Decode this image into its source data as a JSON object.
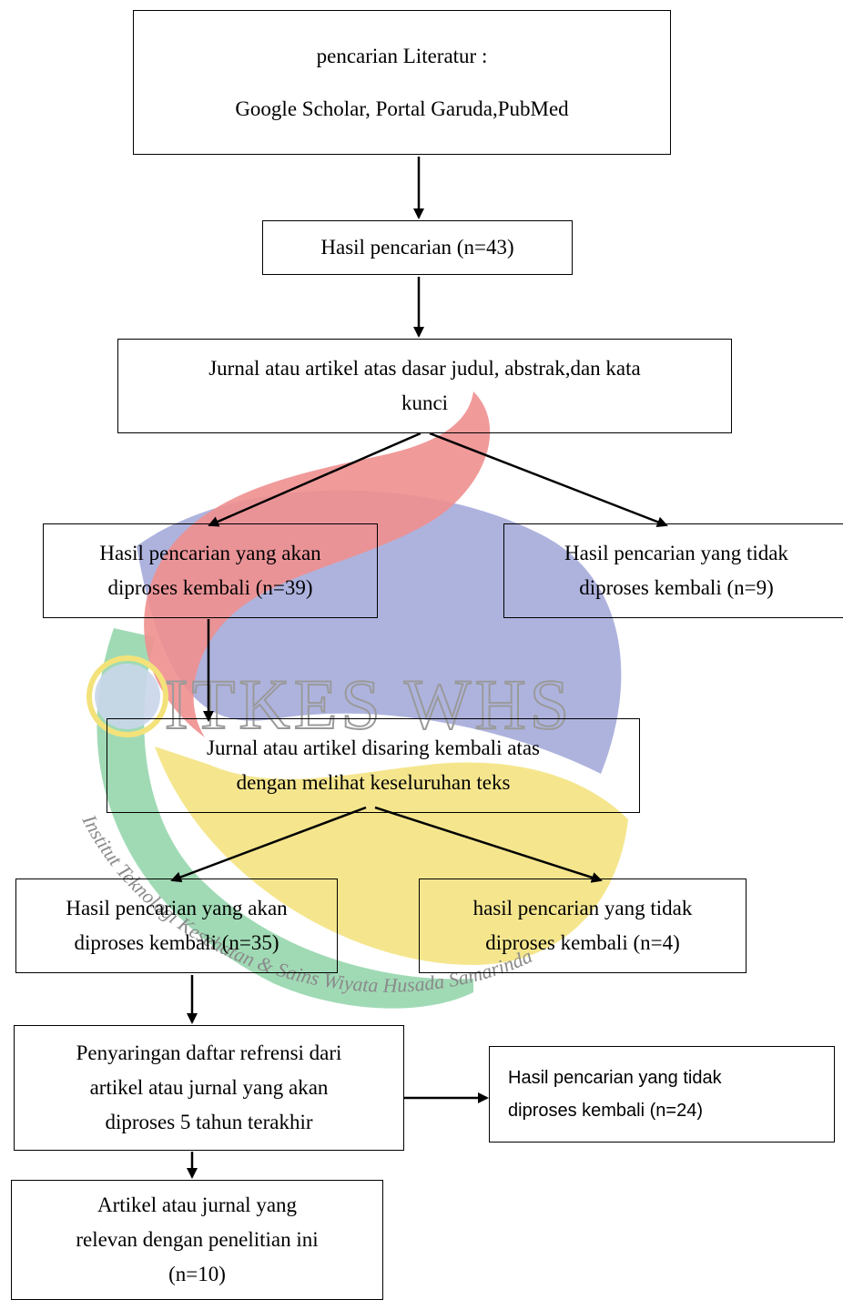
{
  "watermark": {
    "title": "ITKES WHS",
    "arc_text": "Institut Teknologi Kesehatan & Sains Wiyata Husada Samarinda",
    "colors": {
      "red": "#ef8f8f",
      "blue": "#9aa0d6",
      "yellow": "#f3e27a",
      "green": "#8fd3a8",
      "globe": "#c9d6ea"
    }
  },
  "boxes": {
    "search": {
      "lines": [
        "pencarian Literatur :",
        "Google Scholar, Portal Garuda,PubMed"
      ]
    },
    "results": {
      "lines": [
        "Hasil pencarian (n=43)"
      ]
    },
    "screen_title": {
      "lines": [
        "Jurnal atau artikel atas dasar judul, abstrak,dan kata",
        "kunci"
      ]
    },
    "proc1_yes": {
      "lines": [
        "Hasil pencarian yang akan",
        "diproses kembali (n=39)"
      ]
    },
    "proc1_no": {
      "lines": [
        "Hasil pencarian yang tidak",
        "diproses kembali (n=9)"
      ]
    },
    "screen_full": {
      "lines": [
        "Jurnal atau artikel disaring kembali atas",
        "dengan melihat keseluruhan teks"
      ]
    },
    "proc2_yes": {
      "lines": [
        "Hasil pencarian yang akan",
        "diproses kembali (n=35)"
      ]
    },
    "proc2_no": {
      "lines": [
        "hasil pencarian yang tidak",
        "diproses kembali (n=4)"
      ]
    },
    "refs": {
      "lines": [
        "Penyaringan daftar refrensi dari",
        "artikel atau jurnal yang akan",
        "diproses 5 tahun terakhir"
      ]
    },
    "proc3_no": {
      "lines": [
        "Hasil pencarian yang tidak",
        "diproses kembali (n=24)"
      ]
    },
    "final": {
      "lines": [
        "Artikel atau jurnal yang",
        "relevan dengan penelitian ini",
        "(n=10)"
      ]
    }
  }
}
